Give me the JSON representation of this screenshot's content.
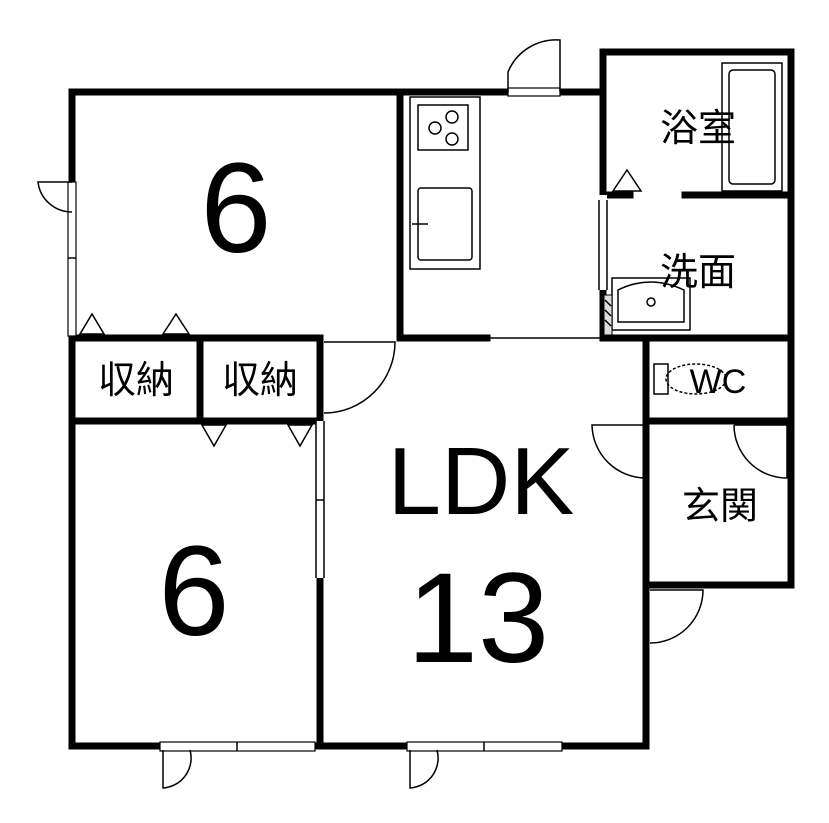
{
  "rooms": {
    "bedroom_top": {
      "size": "6"
    },
    "bedroom_bottom": {
      "size": "6"
    },
    "ldk": {
      "label": "LDK",
      "size": "13"
    },
    "bath": {
      "label": "浴室"
    },
    "washroom": {
      "label": "洗面"
    },
    "toilet": {
      "label": "WC"
    },
    "entrance": {
      "label": "玄関"
    },
    "storage_left": {
      "label": "収納"
    },
    "storage_right": {
      "label": "収納"
    }
  }
}
